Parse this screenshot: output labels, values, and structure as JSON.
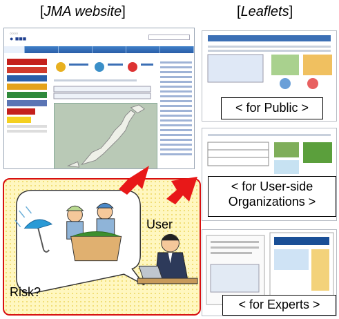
{
  "headings": {
    "jma_bracket_open": "[",
    "jma": "JMA website",
    "jma_bracket_close": "]",
    "leaflets_bracket_open": "[",
    "leaflets": "Leaflets",
    "leaflets_bracket_close": "]"
  },
  "labels": {
    "public": "< for Public >",
    "user_line1": "< for User-side",
    "user_line2": "Organizations >",
    "experts": "< for Experts >"
  },
  "scene": {
    "user": "User",
    "risk": "Risk?"
  },
  "colors": {
    "arrow": "#e81818",
    "frame": "#d81010",
    "scene_bg": "#fff7c0",
    "jma_nav": "#2a5ea8"
  }
}
